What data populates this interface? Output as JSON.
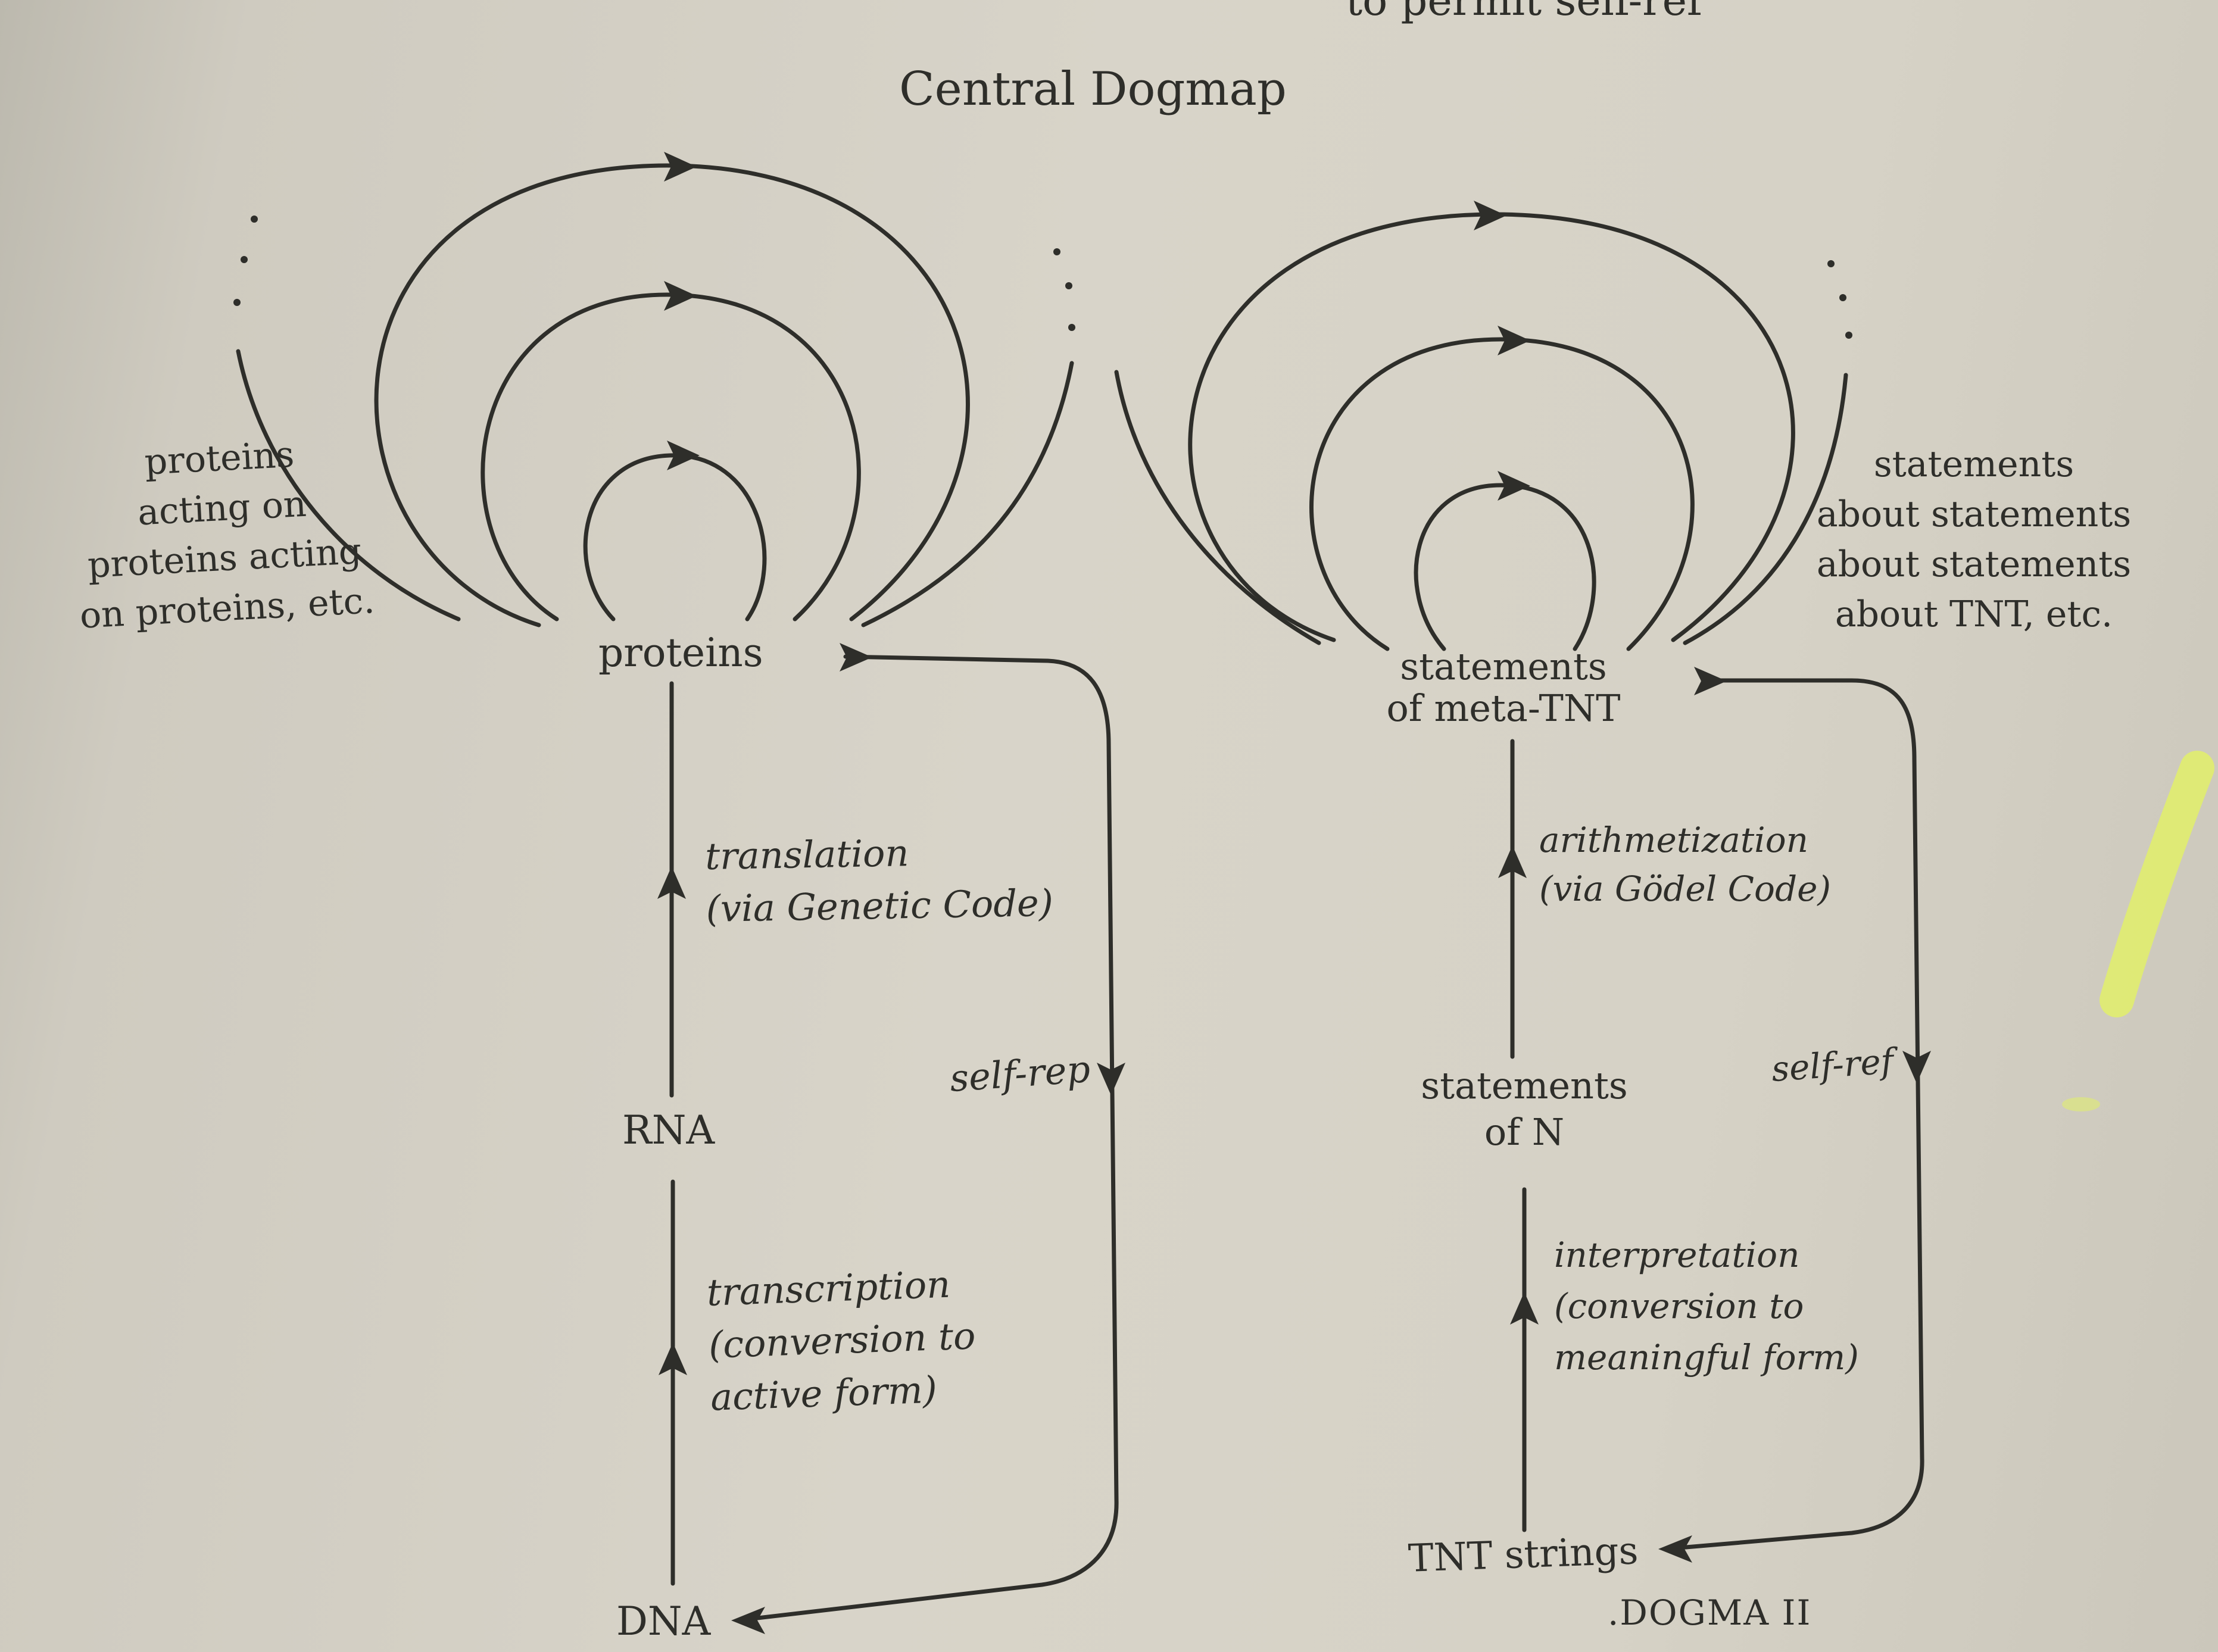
{
  "header_fragment": "to permit self-ref",
  "title": "Central Dogmap",
  "left": {
    "top_node": "proteins",
    "mid_node": "RNA",
    "bottom_node": "DNA",
    "side_lines": [
      "proteins",
      "acting on",
      "proteins acting",
      "on proteins, etc."
    ],
    "upper_process": [
      "translation",
      "(via Genetic Code)"
    ],
    "lower_process": [
      "transcription",
      "(conversion to",
      "active form)"
    ],
    "loop_label": "self-rep"
  },
  "right": {
    "top_node": [
      "statements",
      "of meta-TNT"
    ],
    "mid_node": [
      "statements",
      "of N"
    ],
    "bottom_node": "TNT strings",
    "side_lines": [
      "statements",
      "about statements",
      "about statements",
      "about TNT, etc."
    ],
    "upper_process": [
      "arithmetization",
      "(via Gödel Code)"
    ],
    "lower_process": [
      "interpretation",
      "(conversion to",
      "meaningful form)"
    ],
    "loop_label": "self-ref"
  },
  "caption": ".DOGMA II",
  "colors": {
    "ink": "#2e2e2a",
    "paper": "#d8d4c9",
    "highlight": "#e2f06a"
  }
}
